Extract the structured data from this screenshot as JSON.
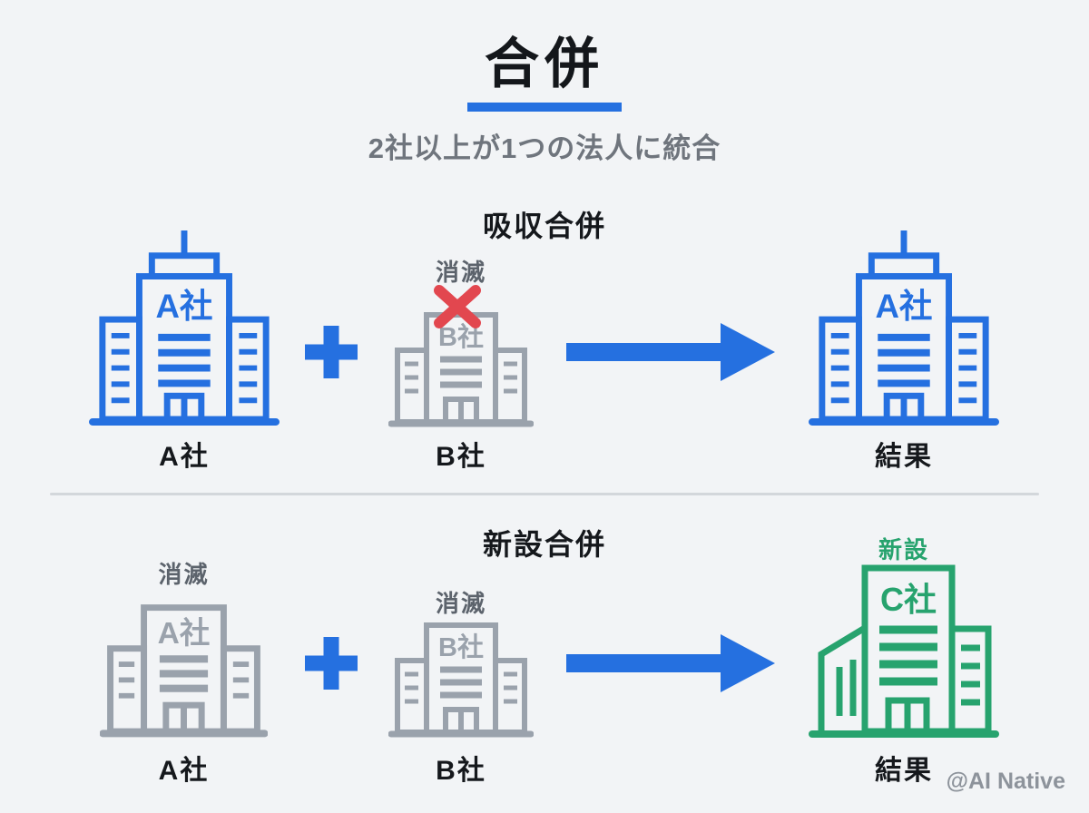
{
  "header": {
    "title": "合併",
    "subtitle": "2社以上が1つの法人に統合"
  },
  "colors": {
    "blue": "#2570E0",
    "gray": "#9AA2AC",
    "green": "#27A36E",
    "red": "#E2474F"
  },
  "sections": [
    {
      "heading": "吸収合併",
      "left": {
        "company": "A社",
        "caption": "A社"
      },
      "middle": {
        "status": "消滅",
        "company": "B社",
        "caption": "B社"
      },
      "right": {
        "company": "A社",
        "caption": "結果"
      }
    },
    {
      "heading": "新設合併",
      "left": {
        "status": "消滅",
        "company": "A社",
        "caption": "A社"
      },
      "middle": {
        "status": "消滅",
        "company": "B社",
        "caption": "B社"
      },
      "right": {
        "status": "新設",
        "company": "C社",
        "caption": "結果"
      }
    }
  ],
  "watermark": "@AI Native"
}
